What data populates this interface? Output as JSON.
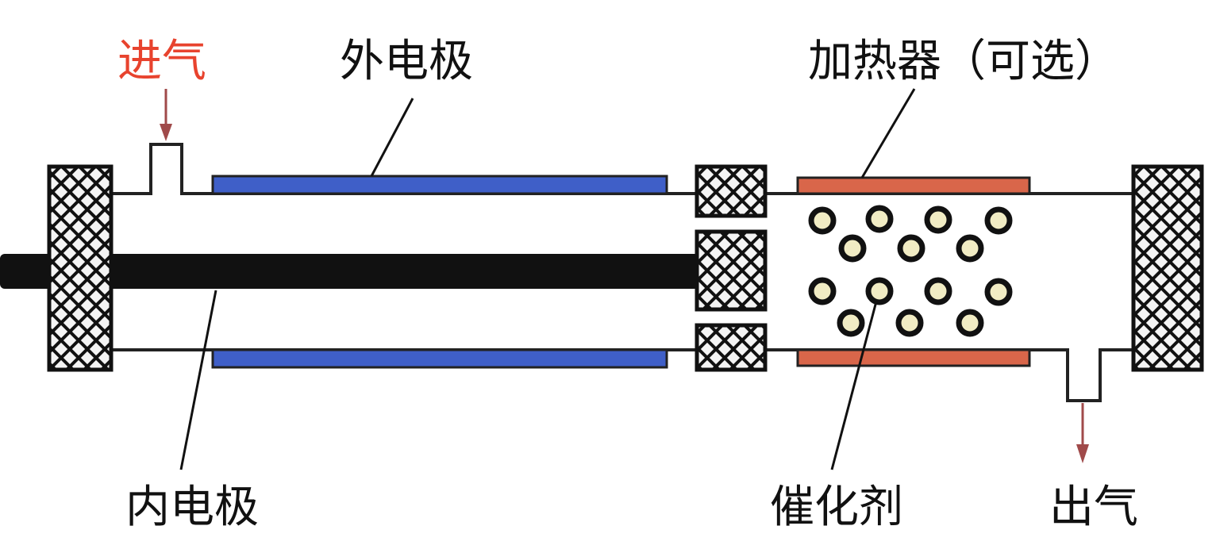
{
  "labels": {
    "gas_inlet": "进气",
    "outer_electrode": "外电极",
    "heater": "加热器（可选）",
    "inner_electrode": "内电极",
    "catalyst": "催化剂",
    "gas_outlet": "出气"
  },
  "colors": {
    "inlet_label": "#e8432e",
    "text": "#111111",
    "outer_electrode": "#3f5fc8",
    "heater": "#d9664a",
    "inner_electrode": "#111111",
    "catalyst_pellet": "#f1ecc4",
    "arrow": "#a04a4a",
    "outline": "#222222"
  }
}
